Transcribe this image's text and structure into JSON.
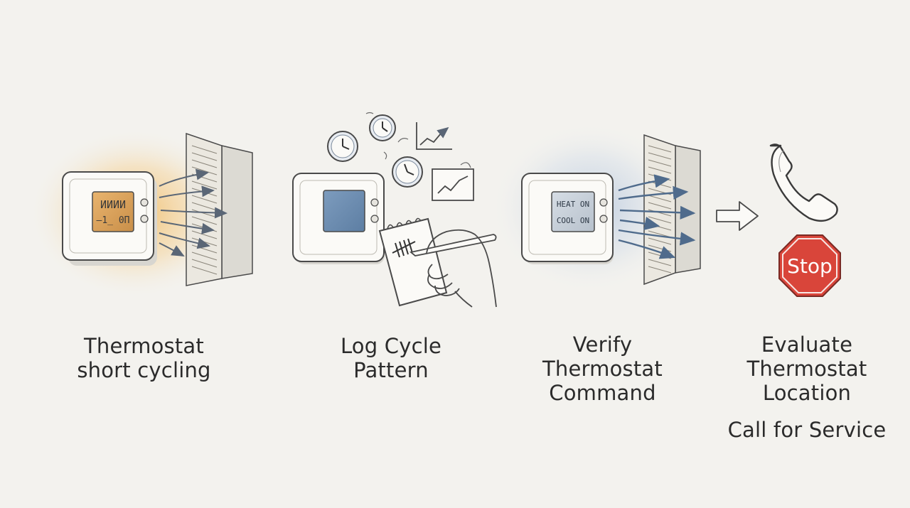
{
  "steps": [
    {
      "lines": [
        "Thermostat",
        "short cycling"
      ]
    },
    {
      "lines": [
        "Log Cycle",
        "Pattern"
      ]
    },
    {
      "lines": [
        "Verify",
        "Thermostat",
        "Command"
      ]
    },
    {
      "lines": [
        "Evaluate",
        "Thermostat",
        "Location"
      ]
    }
  ],
  "call_for_service": "Call for Service",
  "display_1": {
    "line1": "ИИИИ",
    "line2": "–1_ 0П"
  },
  "display_3": {
    "line1": "HEAT ON",
    "line2": "COOL ON"
  },
  "stop_sign": "Stop",
  "colors": {
    "background": "#f3f2ee",
    "warm_glow": "#f2b04a",
    "cool_glow": "#9fb6d6",
    "lcd_amber": "#e2a85a",
    "lcd_blue": "#6f8fb2",
    "arrow_blue": "#4f6b8c",
    "stop_red": "#d9453a"
  }
}
